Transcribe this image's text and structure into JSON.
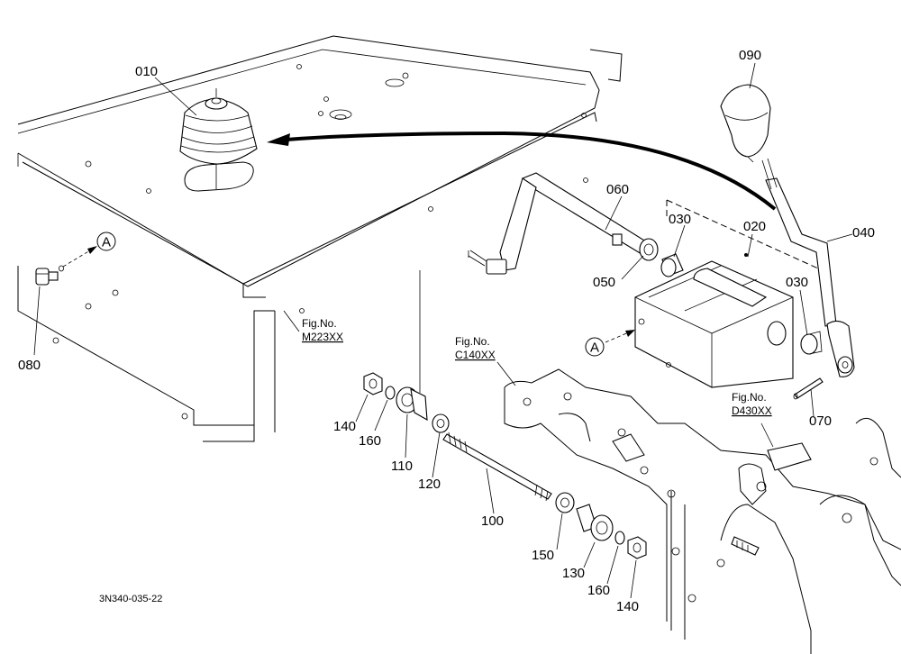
{
  "parts": [
    {
      "id": "p010",
      "label": "010"
    },
    {
      "id": "p020",
      "label": "020"
    },
    {
      "id": "p030a",
      "label": "030"
    },
    {
      "id": "p030b",
      "label": "030"
    },
    {
      "id": "p040",
      "label": "040"
    },
    {
      "id": "p050",
      "label": "050"
    },
    {
      "id": "p060",
      "label": "060"
    },
    {
      "id": "p070",
      "label": "070"
    },
    {
      "id": "p080",
      "label": "080"
    },
    {
      "id": "p090",
      "label": "090"
    },
    {
      "id": "p100",
      "label": "100"
    },
    {
      "id": "p110",
      "label": "110"
    },
    {
      "id": "p120",
      "label": "120"
    },
    {
      "id": "p130",
      "label": "130"
    },
    {
      "id": "p140a",
      "label": "140"
    },
    {
      "id": "p140b",
      "label": "140"
    },
    {
      "id": "p150",
      "label": "150"
    },
    {
      "id": "p160a",
      "label": "160"
    },
    {
      "id": "p160b",
      "label": "160"
    }
  ],
  "figure_refs": [
    {
      "id": "m223",
      "prefix": "Fig.No.",
      "code": "M223XX"
    },
    {
      "id": "c140",
      "prefix": "Fig.No.",
      "code": "C140XX"
    },
    {
      "id": "d430",
      "prefix": "Fig.No.",
      "code": "D430XX"
    }
  ],
  "markers": {
    "a1": "A",
    "a2": "A"
  },
  "document_code": "3N340-035-22"
}
